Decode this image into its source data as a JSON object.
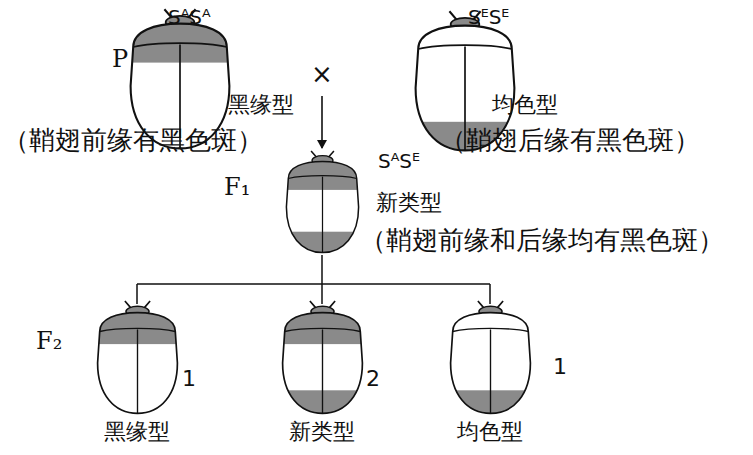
{
  "diagram": {
    "labels": [
      "P",
      "SᴬSᴬ",
      "×",
      "黑缘型",
      "（鞘翅前缘有黑色斑）",
      "SᴱSᴱ",
      "均色型",
      "（鞘翅后缘有黑色斑）",
      "F₁",
      "SᴬSᴱ",
      "新类型",
      "（鞘翅前缘和后缘均有黑色斑）",
      "F₂",
      "1",
      "2",
      "1",
      "黑缘型",
      "新类型",
      "均色型"
    ]
  }
}
